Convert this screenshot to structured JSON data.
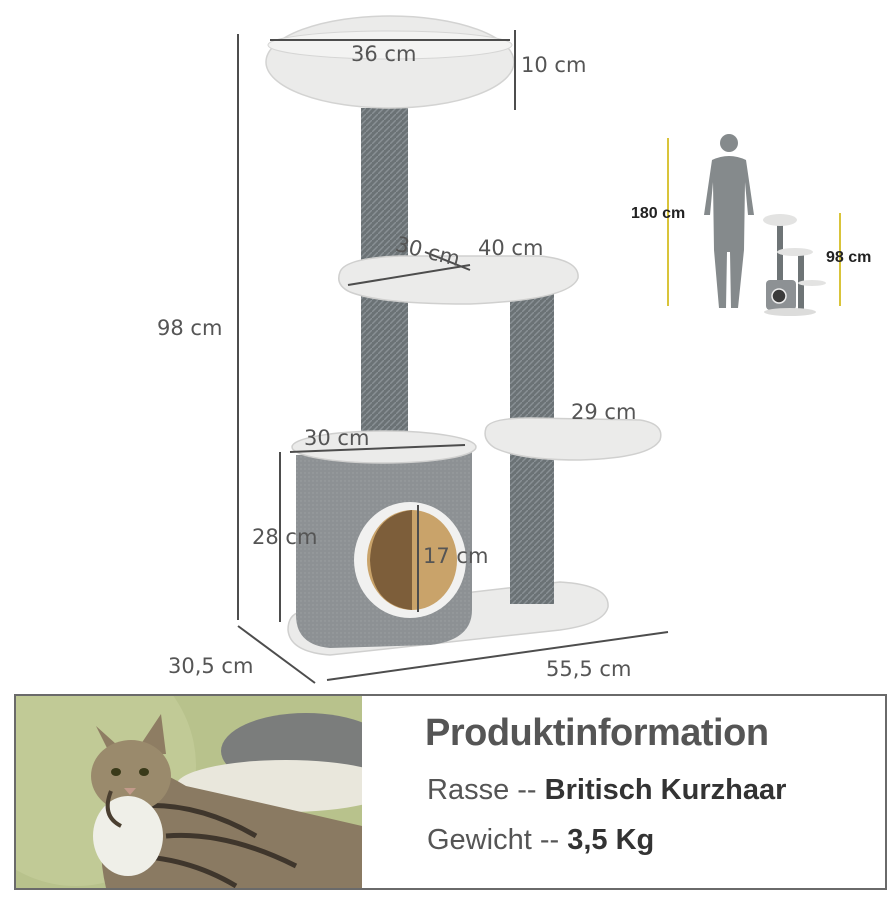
{
  "dimensions": {
    "top_width": "36 cm",
    "top_height": "10 cm",
    "total_height": "98 cm",
    "mid_platform_depth": "30 cm",
    "mid_platform_width": "40 cm",
    "side_platform_width": "29 cm",
    "house_top_width": "30 cm",
    "house_height": "28 cm",
    "entrance_height": "17 cm",
    "base_depth": "30,5 cm",
    "base_width": "55,5 cm"
  },
  "comparison": {
    "person_height": "180 cm",
    "tree_height": "98 cm"
  },
  "product_info": {
    "title": "Produktinformation",
    "rows": [
      {
        "label": "Rasse",
        "separator": "--",
        "value": "Britisch Kurzhaar"
      },
      {
        "label": "Gewicht",
        "separator": "--",
        "value": "3,5 Kg"
      }
    ]
  },
  "colors": {
    "plush": "#ebebea",
    "sisal": "#6b7275",
    "house": "#8d9194",
    "guide_yellow": "#d9c43a",
    "panel_border": "#6a6a6a"
  }
}
